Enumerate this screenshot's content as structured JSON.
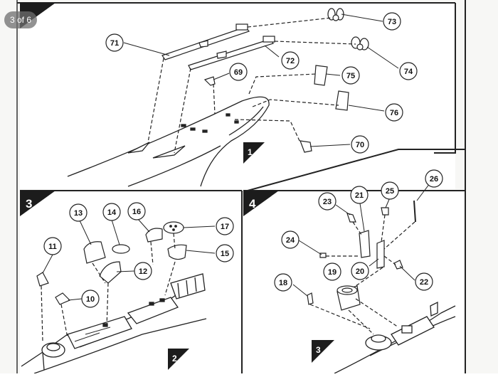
{
  "viewer": {
    "page_indicator": "3 of 6"
  },
  "steps": [
    {
      "number": "3"
    },
    {
      "number": "4"
    }
  ],
  "sub_steps": [
    "1",
    "2",
    "3"
  ],
  "callouts": [
    "73",
    "71",
    "72",
    "74",
    "69",
    "75",
    "76",
    "70",
    "13",
    "14",
    "16",
    "17",
    "11",
    "15",
    "12",
    "10",
    "23",
    "21",
    "25",
    "26",
    "24",
    "19",
    "20",
    "22",
    "18"
  ]
}
